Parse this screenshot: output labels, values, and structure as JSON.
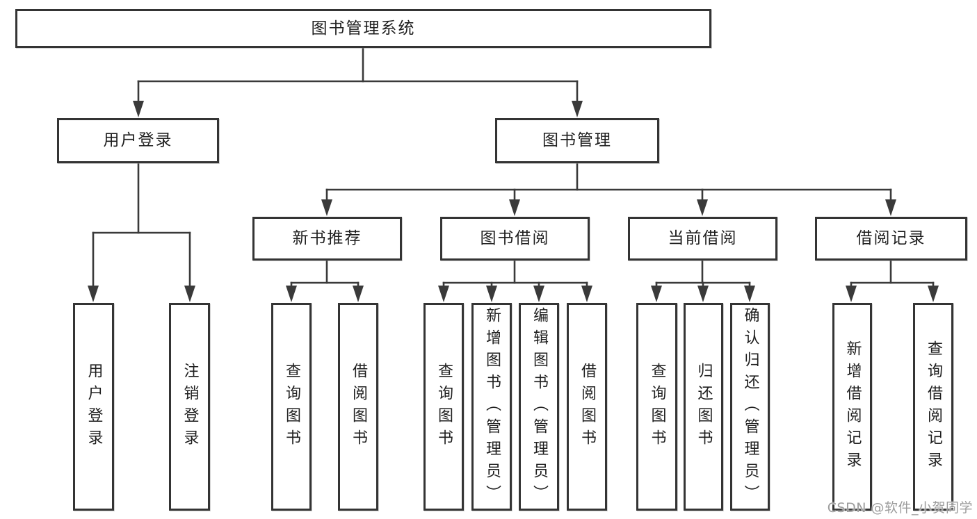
{
  "diagram": {
    "root": "图书管理系统",
    "branches": {
      "user_login": "用户登录",
      "book_management": "图书管理"
    },
    "modules": {
      "new_book_recommend": "新书推荐",
      "book_borrowing": "图书借阅",
      "current_borrowing": "当前借阅",
      "borrowing_records": "借阅记录"
    },
    "leaves": {
      "user_login": "用户登录",
      "logout": "注销登录",
      "nbr_query_books": "查询图书",
      "nbr_borrow_books": "借阅图书",
      "bb_query_books": "查询图书",
      "bb_add_books_admin": "新增图书（管理员）",
      "bb_edit_books_admin": "编辑图书（管理员）",
      "bb_borrow_books": "借阅图书",
      "cb_query_books": "查询图书",
      "cb_return_books": "归还图书",
      "cb_confirm_return_admin": "确认归还（管理员）",
      "br_add_record": "新增借阅记录",
      "br_query_record": "查询借阅记录"
    }
  },
  "watermark": {
    "text": "CSDN @软件_小贺同学",
    "color": "#9c9c9c"
  },
  "colors": {
    "line": "#3a3a3a",
    "box_border": "#343434",
    "text": "#1f1f1f",
    "background": "#ffffff"
  }
}
